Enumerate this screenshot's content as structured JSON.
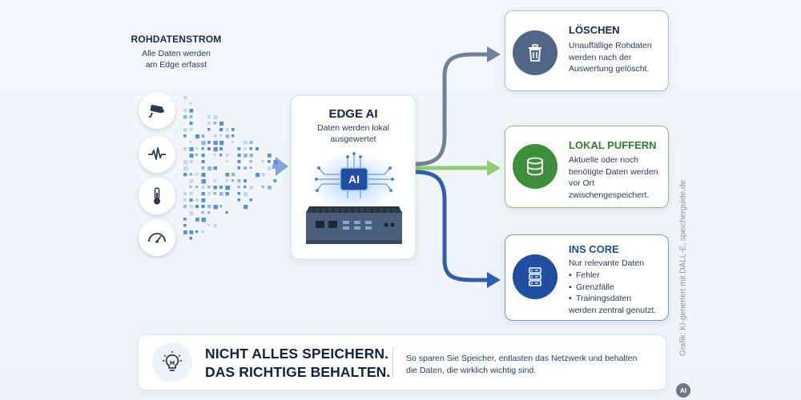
{
  "source": {
    "title": "ROHDATENSTROM",
    "subtitle": "Alle Daten werden\nam Edge erfasst",
    "sensors": [
      {
        "icon": "camera-icon"
      },
      {
        "icon": "waveform-icon"
      },
      {
        "icon": "thermometer-icon"
      },
      {
        "icon": "gauge-icon"
      }
    ]
  },
  "edge": {
    "title": "EDGE AI",
    "subtitle": "Daten werden lokal ausgewertet",
    "chip_label": "AI"
  },
  "outputs": {
    "delete": {
      "title": "LÖSCHEN",
      "text": "Unauffällige Rohdaten werden nach der Auswertung gelöscht.",
      "icon": "trash-icon",
      "color": "#4f6687"
    },
    "buffer": {
      "title": "LOKAL PUFFERN",
      "text": "Aktuelle oder noch benötigte Daten werden vor Ort zwischengespeichert.",
      "icon": "database-icon",
      "color": "#3e8f3b"
    },
    "core": {
      "title": "INS CORE",
      "lead": "Nur relevante Daten",
      "items": [
        "Fehler",
        "Grenzfälle",
        "Trainingsdaten"
      ],
      "tail": "werden zentral genutzt.",
      "icon": "server-icon",
      "color": "#1f4fa3"
    }
  },
  "banner": {
    "line1": "NICHT ALLES SPEICHERN.",
    "line2": "DAS RICHTIGE BEHALTEN.",
    "text": "So sparen Sie Speicher, entlasten das Netzwerk und behalten die Daten, die wirklich wichtig sind.",
    "icon": "lightbulb-icon"
  },
  "credit": {
    "text": "Grafik: KI-generiert mit DALL-E, speicherguide.de",
    "badge": "AI"
  }
}
